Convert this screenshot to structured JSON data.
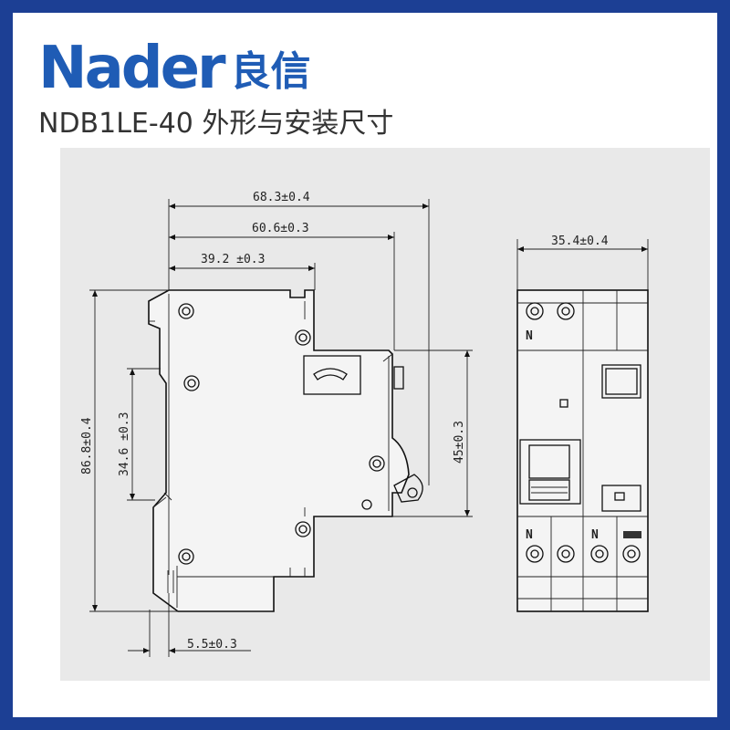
{
  "header": {
    "brand_en": "Nader",
    "brand_cn": "良信",
    "title": "NDB1LE-40 外形与安装尺寸"
  },
  "colors": {
    "brand_blue": "#1f5cb5",
    "frame": "#1c3f94",
    "panel": "#e9e9e9"
  },
  "dimensions": {
    "total_width": "68.3±0.4",
    "body_width": "60.6±0.3",
    "front_width": "39.2 ±0.3",
    "height": "86.8±0.4",
    "rail_height": "34.6 ±0.3",
    "front_height": "45±0.3",
    "clip_offset": "5.5±0.3",
    "module_width": "35.4±0.4"
  },
  "terminals": {
    "top_right": "N",
    "bottom_left": "N",
    "bottom_mid": "N"
  }
}
